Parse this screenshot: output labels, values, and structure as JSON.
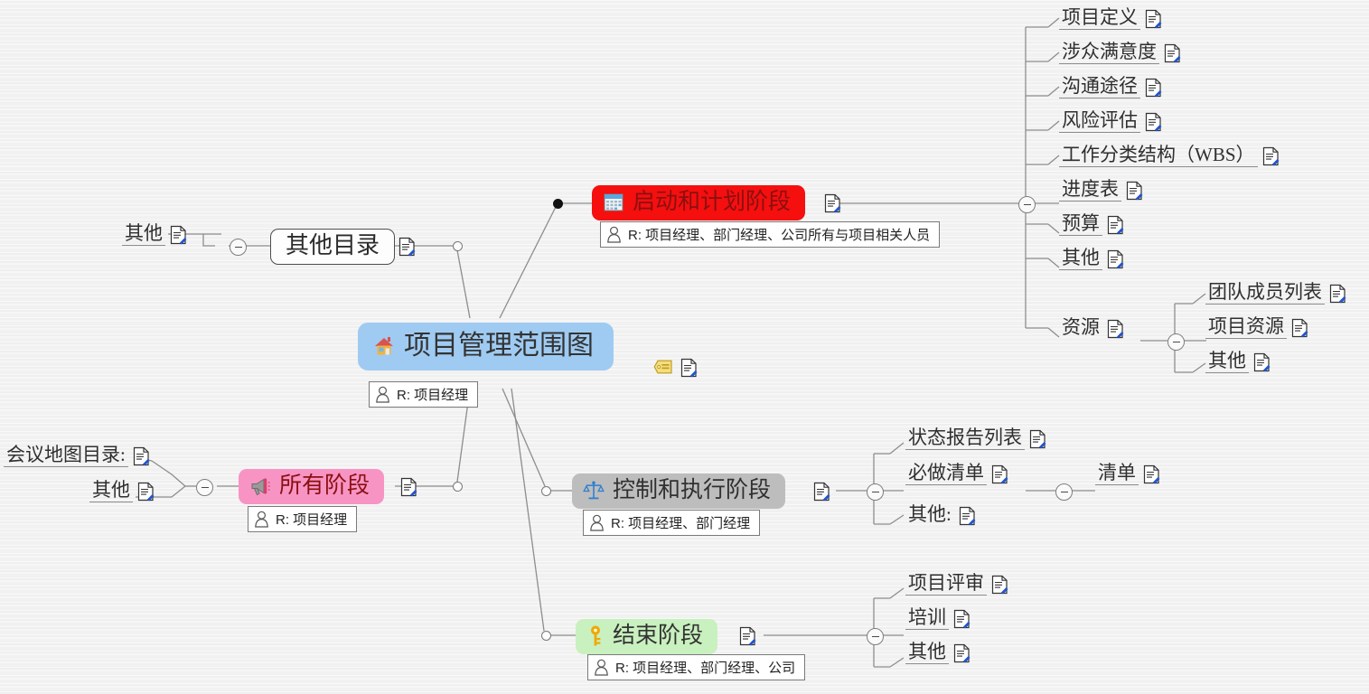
{
  "map": {
    "title": "项目管理范围图",
    "central": {
      "label": "项目管理范围图",
      "icon": "house-icon",
      "color": "#9fcbf2",
      "responsibility": "R: 项目经理",
      "tag_icon": "label-tag-icon",
      "note_icon": "note-document-icon"
    },
    "branches": {
      "initiation": {
        "label": "启动和计划阶段",
        "icon": "calendar-icon",
        "color": "#f50f0f",
        "text_color": "#8a1010",
        "responsibility": "R: 项目经理、部门经理、公司所有与项目相关人员",
        "children": [
          {
            "label": "项目定义"
          },
          {
            "label": "涉众满意度"
          },
          {
            "label": "沟通途径"
          },
          {
            "label": "风险评估"
          },
          {
            "label": "工作分类结构（WBS）"
          },
          {
            "label": "进度表"
          },
          {
            "label": "预算"
          },
          {
            "label": "其他"
          },
          {
            "label": "资源",
            "children": [
              {
                "label": "团队成员列表"
              },
              {
                "label": "项目资源"
              },
              {
                "label": "其他"
              }
            ]
          }
        ]
      },
      "control": {
        "label": "控制和执行阶段",
        "icon": "scales-icon",
        "color": "#bdbdbd",
        "text_color": "#303030",
        "responsibility": "R: 项目经理、部门经理",
        "children": [
          {
            "label": "状态报告列表"
          },
          {
            "label": "必做清单",
            "children": [
              {
                "label": "清单"
              }
            ]
          },
          {
            "label": "其他:"
          }
        ]
      },
      "closing": {
        "label": "结束阶段",
        "icon": "key-icon",
        "color": "#c9f0bf",
        "text_color": "#333333",
        "responsibility": "R: 项目经理、部门经理、公司",
        "children": [
          {
            "label": "项目评审"
          },
          {
            "label": "培训"
          },
          {
            "label": "其他"
          }
        ]
      },
      "all_phases": {
        "label": "所有阶段",
        "icon": "megaphone-icon",
        "color": "#f794c4",
        "text_color": "#8a1010",
        "responsibility": "R: 项目经理",
        "children": [
          {
            "label": "会议地图目录:"
          },
          {
            "label": "其他"
          }
        ]
      },
      "other_catalog": {
        "label": "其他目录",
        "color": "#fdfdfd",
        "text_color": "#2b2b2b",
        "children": [
          {
            "label": "其他"
          }
        ]
      }
    }
  }
}
